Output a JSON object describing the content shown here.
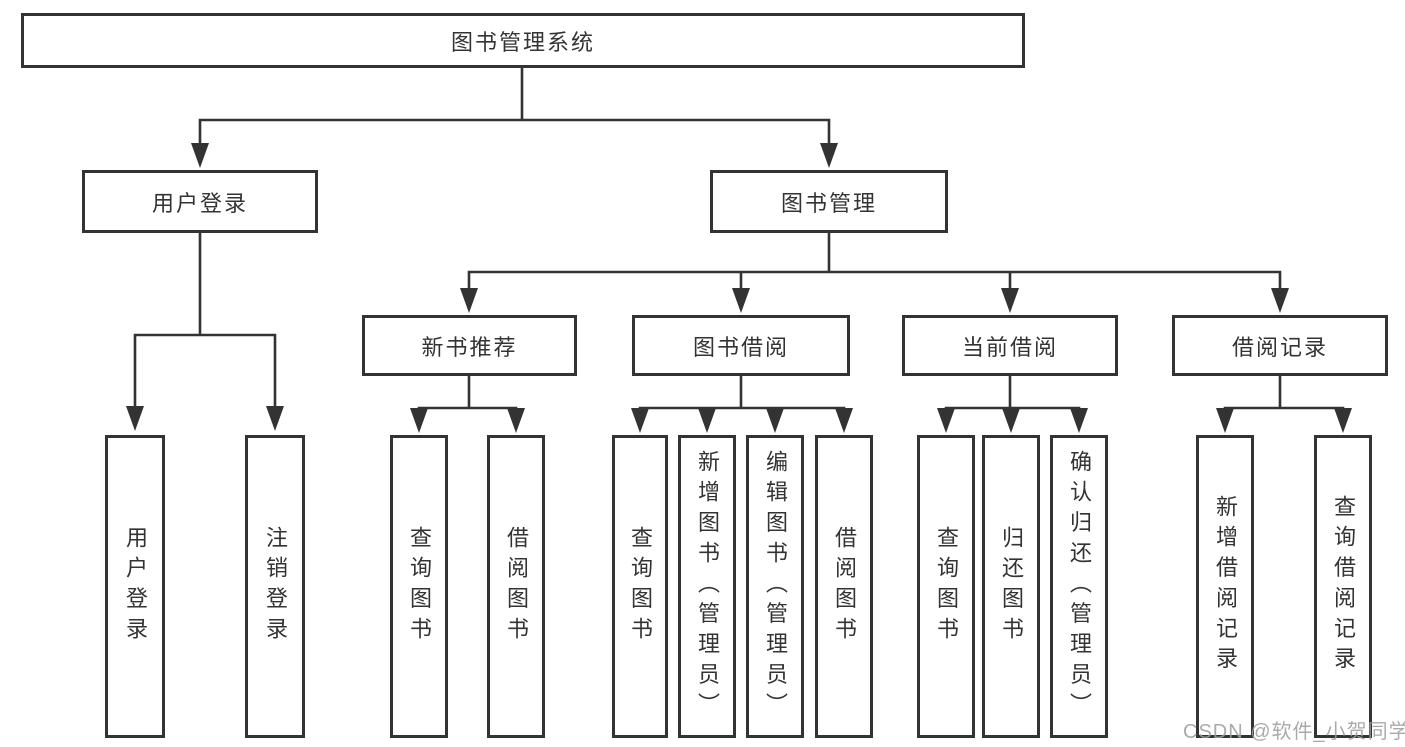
{
  "diagram_title": "图书管理系统",
  "watermark": "CSDN @软件_小贺同学",
  "colors": {
    "line": "#333333",
    "box_border": "#333333",
    "text": "#333333",
    "watermark": "#9e9e9e",
    "background": "#ffffff"
  },
  "tree": {
    "label": "图书管理系统",
    "children": [
      {
        "label": "用户登录",
        "children": [
          {
            "label": "用户登录"
          },
          {
            "label": "注销登录"
          }
        ]
      },
      {
        "label": "图书管理",
        "children": [
          {
            "label": "新书推荐",
            "children": [
              {
                "label": "查询图书"
              },
              {
                "label": "借阅图书"
              }
            ]
          },
          {
            "label": "图书借阅",
            "children": [
              {
                "label": "查询图书"
              },
              {
                "label": "新增图书（管理员）"
              },
              {
                "label": "编辑图书（管理员）"
              },
              {
                "label": "借阅图书"
              }
            ]
          },
          {
            "label": "当前借阅",
            "children": [
              {
                "label": "查询图书"
              },
              {
                "label": "归还图书"
              },
              {
                "label": "确认归还（管理员）"
              }
            ]
          },
          {
            "label": "借阅记录",
            "children": [
              {
                "label": "新增借阅记录"
              },
              {
                "label": "查询借阅记录"
              }
            ]
          }
        ]
      }
    ]
  }
}
